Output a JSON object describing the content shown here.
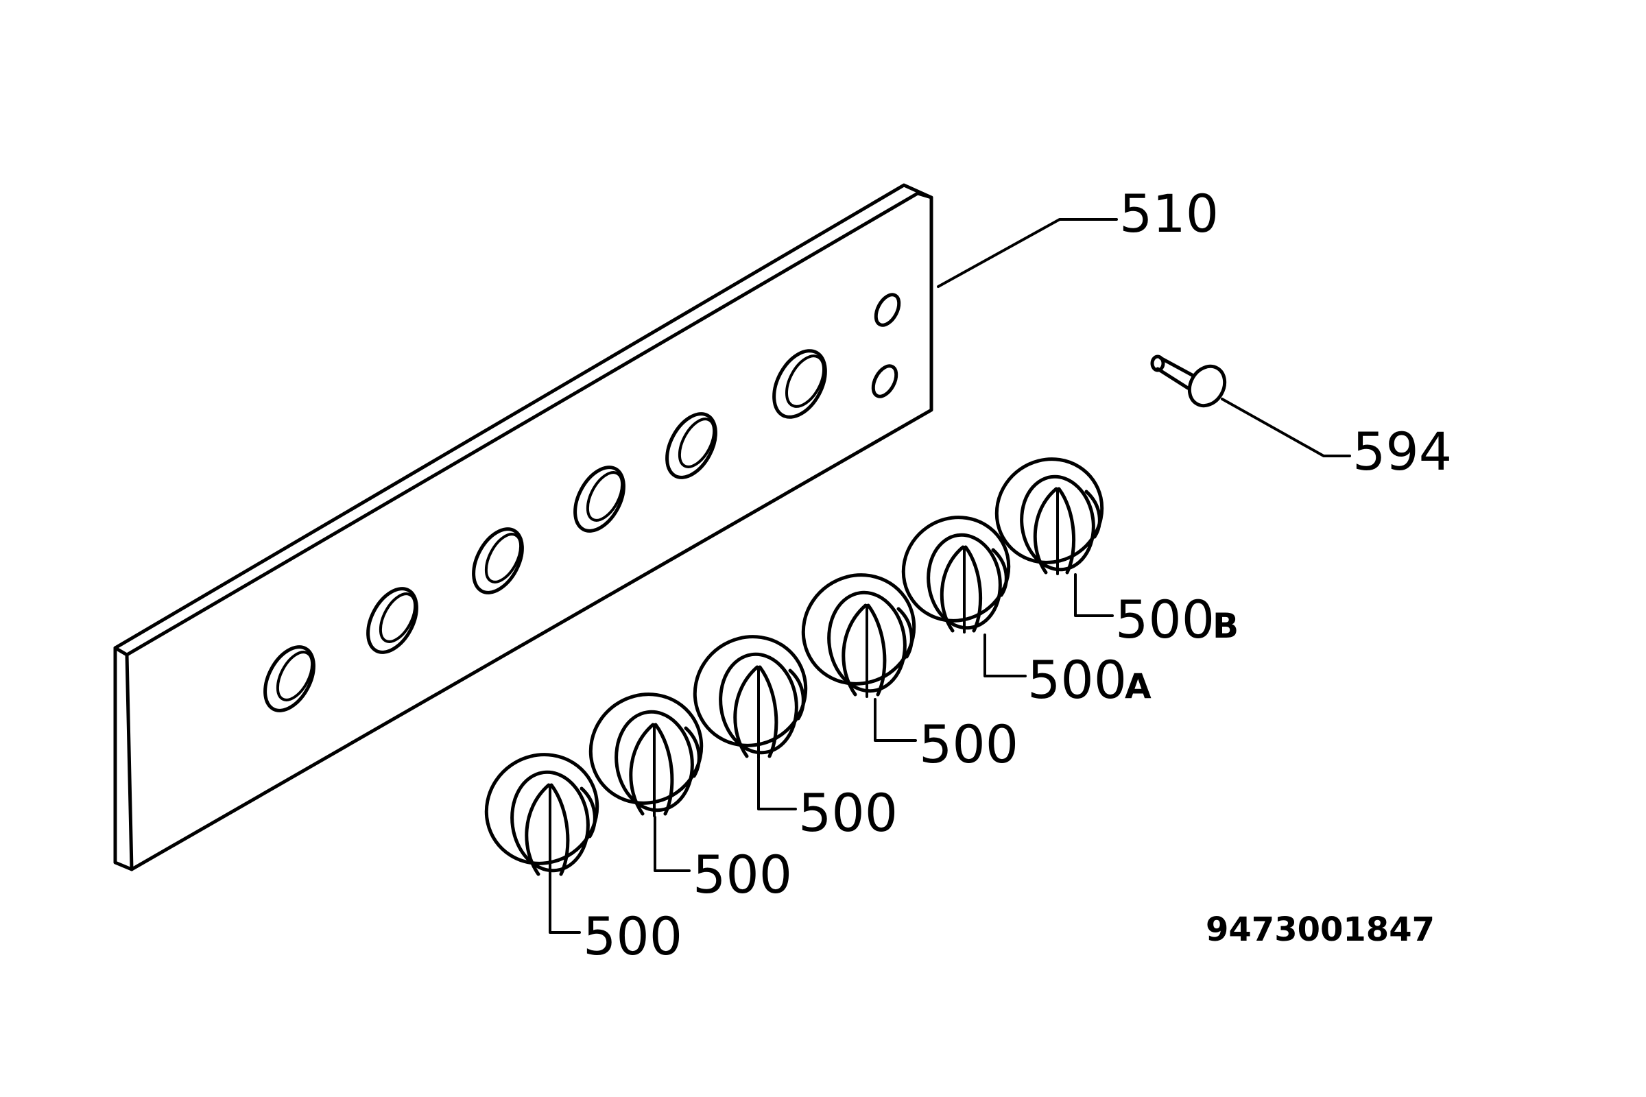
{
  "parts": {
    "panel": "510",
    "screw": "594",
    "knob_1": "500",
    "knob_2": "500",
    "knob_3": "500",
    "knob_4": "500",
    "knob_5": "500",
    "knob_5_suffix": "A",
    "knob_6": "500",
    "knob_6_suffix": "B"
  },
  "diagram_code": "9473001847"
}
